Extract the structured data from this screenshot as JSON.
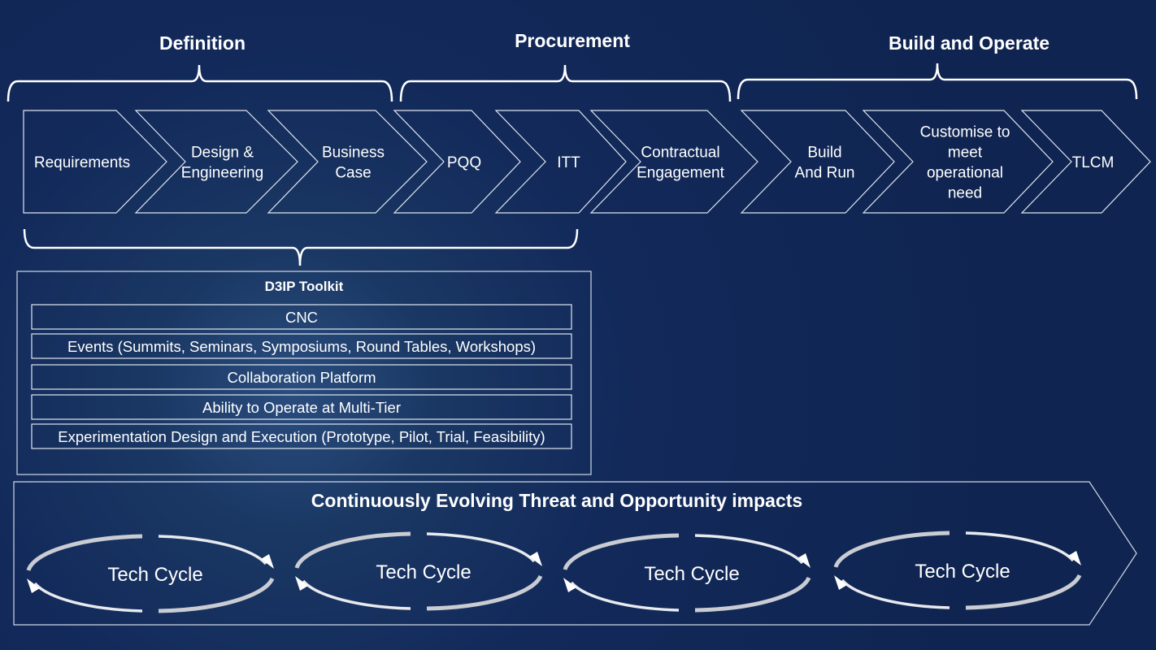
{
  "phases": [
    {
      "label": "Definition"
    },
    {
      "label": "Procurement"
    },
    {
      "label": "Build and Operate"
    }
  ],
  "steps": [
    {
      "lines": [
        "Requirements"
      ]
    },
    {
      "lines": [
        "Design &",
        "Engineering"
      ]
    },
    {
      "lines": [
        "Business",
        "Case"
      ]
    },
    {
      "lines": [
        "PQQ"
      ]
    },
    {
      "lines": [
        "ITT"
      ]
    },
    {
      "lines": [
        "Contractual",
        "Engagement"
      ]
    },
    {
      "lines": [
        "Build",
        "And Run"
      ]
    },
    {
      "lines": [
        "Customise to",
        "meet",
        "operational",
        "need"
      ]
    },
    {
      "lines": [
        "TLCM"
      ]
    }
  ],
  "toolkit": {
    "title": "D3IP Toolkit",
    "items": [
      "CNC",
      "Events (Summits, Seminars, Symposiums, Round Tables, Workshops)",
      "Collaboration Platform",
      "Ability to Operate at Multi-Tier",
      "Experimentation Design and Execution (Prototype, Pilot, Trial, Feasibility)"
    ]
  },
  "threat": {
    "title": "Continuously Evolving Threat and Opportunity impacts",
    "cycles": [
      "Tech Cycle",
      "Tech Cycle",
      "Tech Cycle",
      "Tech Cycle"
    ]
  }
}
